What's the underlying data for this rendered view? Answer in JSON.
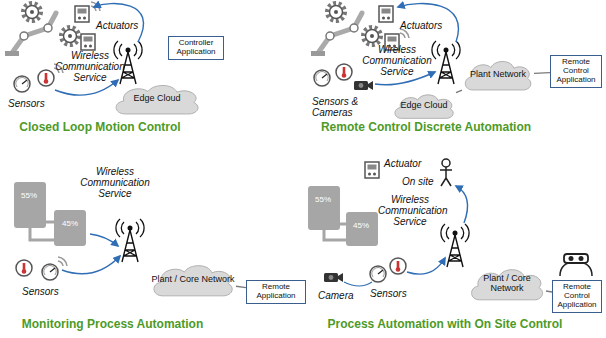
{
  "diagram": {
    "nodes": [
      {
        "text": [
          "Edge Cloud"
        ]
      },
      {
        "text": [
          "Controller Application"
        ]
      },
      {
        "text": [
          "Edge Cloud"
        ]
      },
      {
        "text": [
          "Plant Network"
        ]
      },
      {
        "text": [
          "Remote Control Application"
        ]
      },
      {
        "text": [
          "Plant / Core Network"
        ]
      },
      {
        "text": [
          "Remote Application"
        ]
      },
      {
        "text": [
          "Plant / Core Network"
        ]
      },
      {
        "text": [
          "Remote Control Application"
        ]
      }
    ],
    "edges": [
      {
        "from": 2,
        "to": 3,
        "arrow": "none"
      },
      {
        "from": 3,
        "to": 4,
        "arrow": "none"
      },
      {
        "from": 5,
        "to": 6,
        "arrow": "none"
      },
      {
        "from": 7,
        "to": 8,
        "arrow": "none"
      }
    ],
    "labels": [
      "Actuators",
      "Wireless Communication Service",
      "Sensors",
      "Closed Loop Motion Control",
      "Actuators",
      "Wireless Communication Service",
      "Sensors & Cameras",
      "Remote Control Discrete Automation",
      "55%",
      "45%",
      "Wireless Communication Service",
      "Sensors",
      "Monitoring Process Automation",
      "55%",
      "45%",
      "Actuator",
      "On site",
      "Wireless Communication Service",
      "Camera",
      "Sensors",
      "Process Automation with On Site Control"
    ]
  }
}
